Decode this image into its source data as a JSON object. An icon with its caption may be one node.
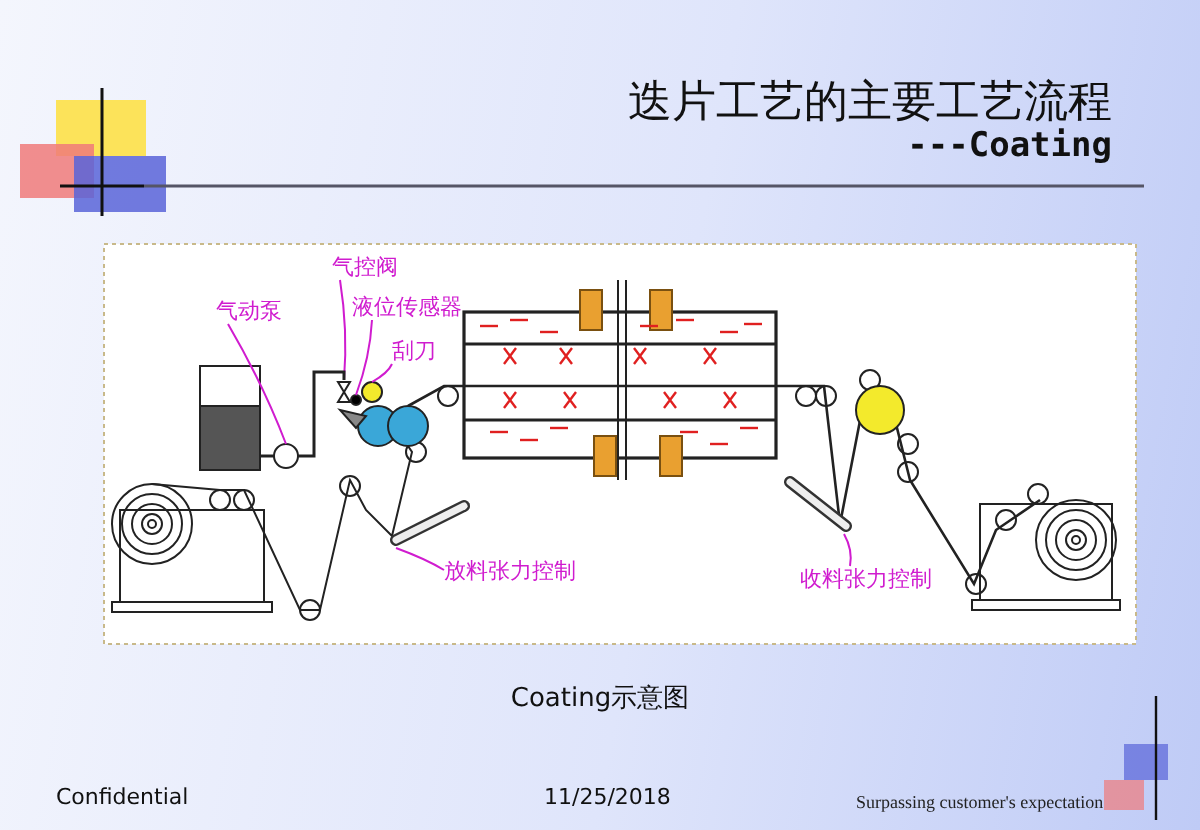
{
  "diagram": {
    "title": "迭片工艺的主要工艺流程",
    "caption": "Coating示意图",
    "nodes": [
      {
        "text": [
          "气控阀"
        ]
      },
      {
        "text": [
          "气动泵"
        ]
      },
      {
        "text": [
          "液位传感器"
        ]
      },
      {
        "text": [
          "刮刀"
        ]
      },
      {
        "text": [],
        "shape": "circle"
      },
      {
        "text": [],
        "shape": "triangle"
      },
      {
        "text": [],
        "shape": "circle"
      },
      {
        "text": [],
        "shape": "circle"
      },
      {
        "text": [
          "放料张力控制"
        ]
      },
      {
        "text": [
          "收料张力控制"
        ]
      },
      {
        "text": [],
        "shape": "bar"
      },
      {
        "text": [],
        "shape": "bar"
      }
    ],
    "edges": [
      {
        "from": 0,
        "to": 5,
        "arrow": "none"
      },
      {
        "from": 1,
        "to": 4,
        "arrow": "none"
      },
      {
        "from": 2,
        "to": 6,
        "arrow": "none"
      },
      {
        "from": 3,
        "to": 7,
        "arrow": "none"
      },
      {
        "from": 8,
        "to": 10,
        "arrow": "none"
      },
      {
        "from": 9,
        "to": 11,
        "arrow": "none"
      },
      {
        "from": 4,
        "to": 5,
        "arrow": "none",
        "color": "#222222"
      }
    ],
    "labels": [
      "---Coating",
      "Confidential",
      "11/25/2018",
      "Surpassing customer's expectation"
    ]
  }
}
